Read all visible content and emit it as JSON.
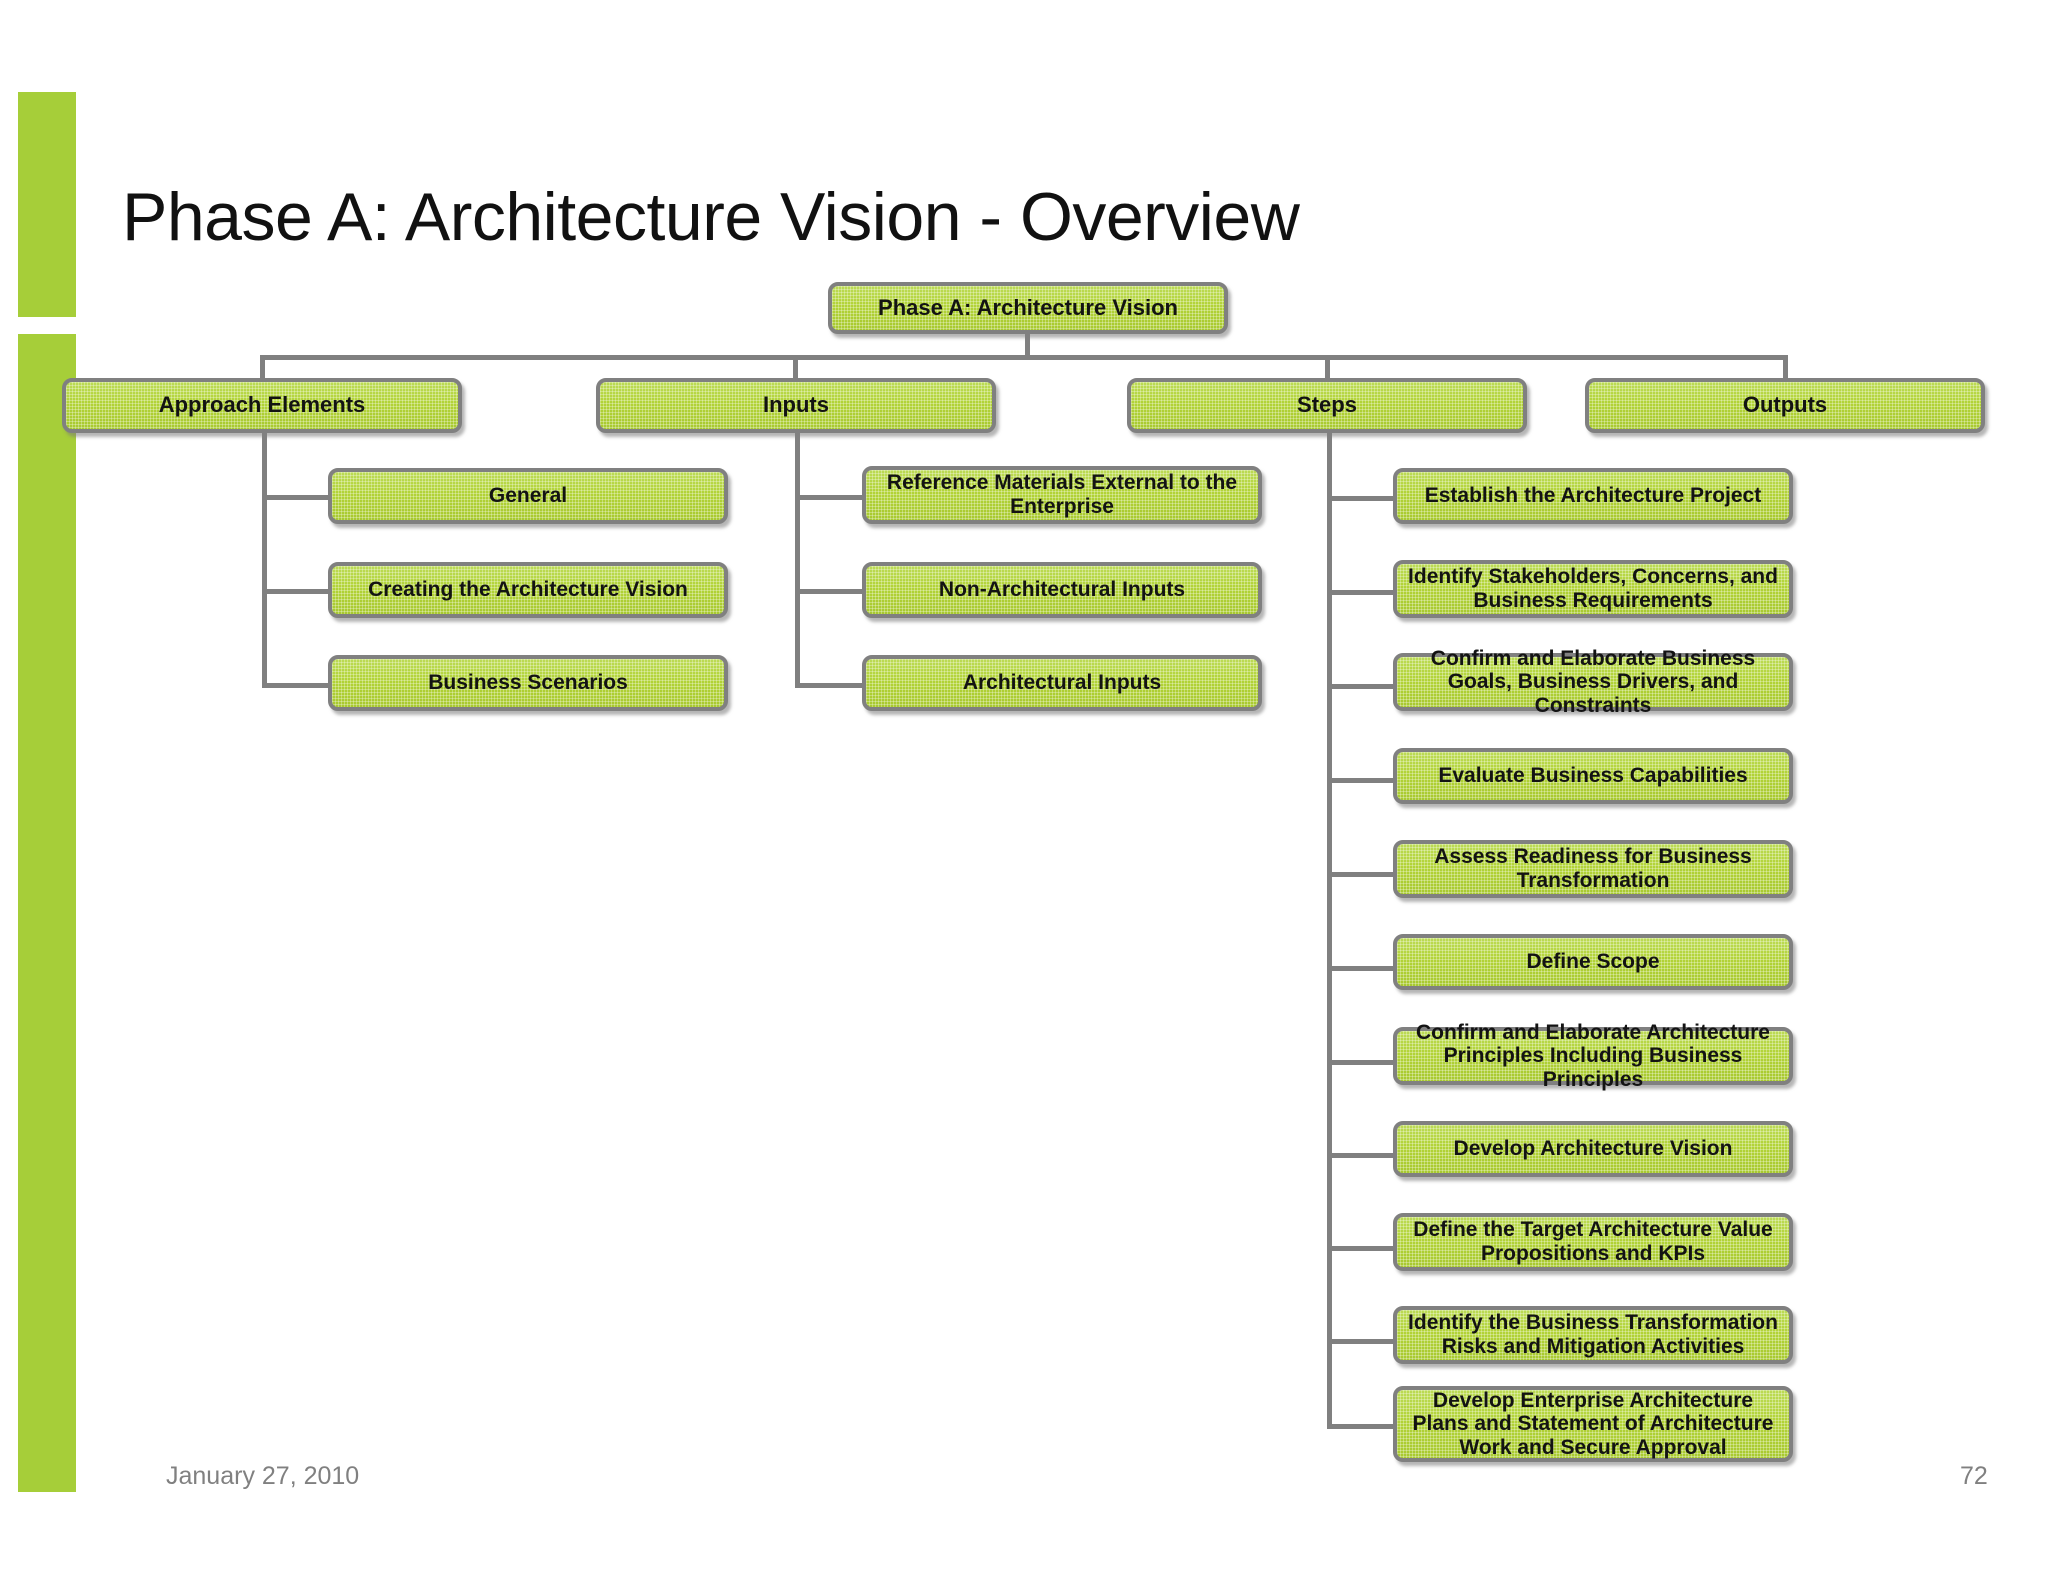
{
  "slide": {
    "title": "Phase A: Architecture Vision - Overview",
    "accent_color": "#a6ce39",
    "node_fill_color": "#b2d336",
    "node_border_color": "#808080",
    "footer": {
      "date": "January 27, 2010",
      "page_number": "72"
    }
  },
  "chart_data": {
    "type": "diagram",
    "title": "Phase A: Architecture Vision - Overview",
    "root": "Phase A: Architecture Vision",
    "branches": [
      {
        "label": "Approach Elements",
        "children": [
          "General",
          "Creating the Architecture Vision",
          "Business Scenarios"
        ]
      },
      {
        "label": "Inputs",
        "children": [
          "Reference Materials External to the Enterprise",
          "Non-Architectural Inputs",
          "Architectural Inputs"
        ]
      },
      {
        "label": "Steps",
        "children": [
          "Establish the Architecture Project",
          "Identify Stakeholders, Concerns, and Business Requirements",
          "Confirm and Elaborate Business Goals, Business Drivers, and Constraints",
          "Evaluate Business Capabilities",
          "Assess Readiness for Business Transformation",
          "Define Scope",
          "Confirm and Elaborate Architecture Principles Including Business Principles",
          "Develop Architecture Vision",
          "Define the Target Architecture Value Propositions and KPIs",
          "Identify the Business Transformation Risks and Mitigation Activities",
          "Develop Enterprise Architecture Plans and Statement of Architecture Work and Secure Approval"
        ]
      },
      {
        "label": "Outputs",
        "children": []
      }
    ]
  }
}
